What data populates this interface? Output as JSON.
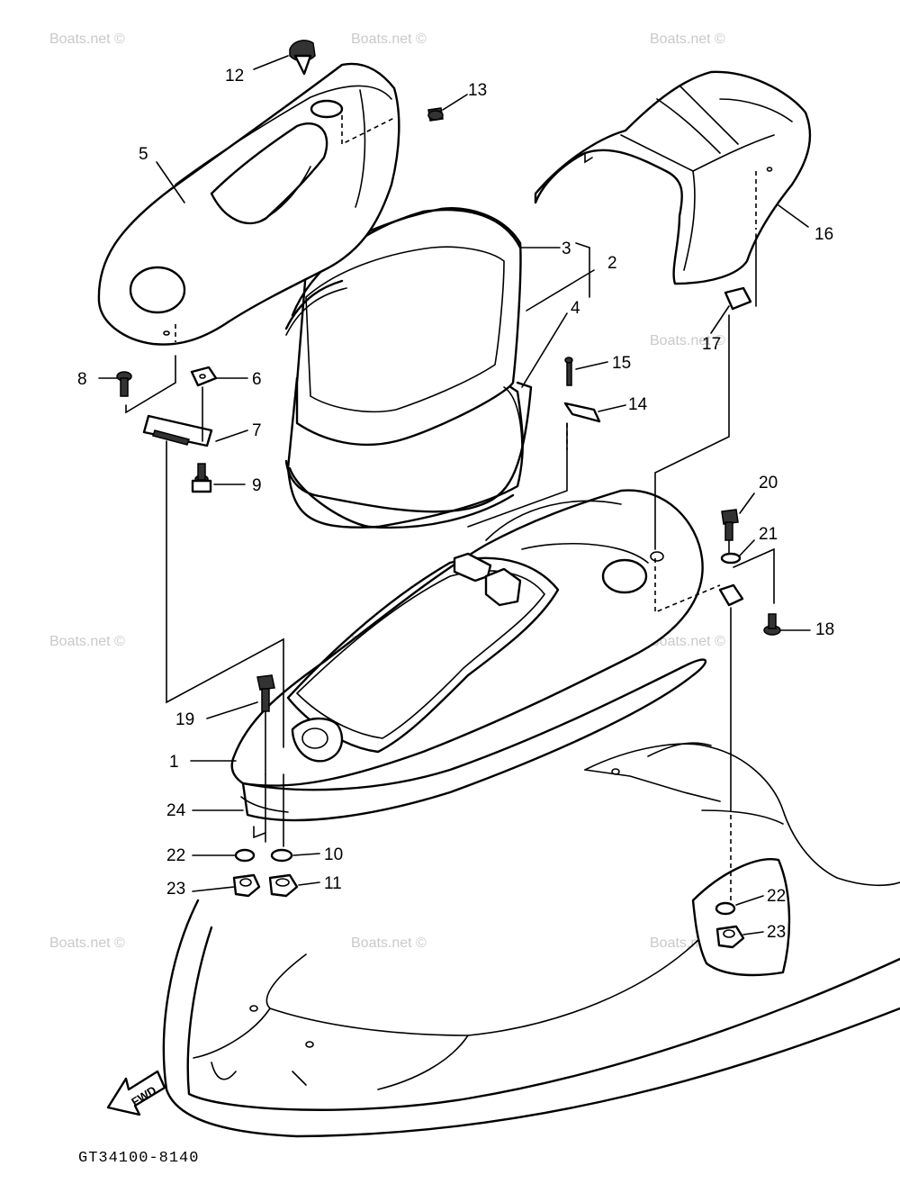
{
  "watermark": "Boats.net ©",
  "drawing_code": "GT34100-8140",
  "direction_label": "FWD",
  "callouts": {
    "c1": "1",
    "c2": "2",
    "c3": "3",
    "c4": "4",
    "c5": "5",
    "c6": "6",
    "c7": "7",
    "c8": "8",
    "c9": "9",
    "c10": "10",
    "c11": "11",
    "c12": "12",
    "c13": "13",
    "c14": "14",
    "c15": "15",
    "c16": "16",
    "c17": "17",
    "c18": "18",
    "c19": "19",
    "c20": "20",
    "c21": "21",
    "c22a": "22",
    "c22b": "22",
    "c23a": "23",
    "c23b": "23",
    "c24": "24"
  }
}
